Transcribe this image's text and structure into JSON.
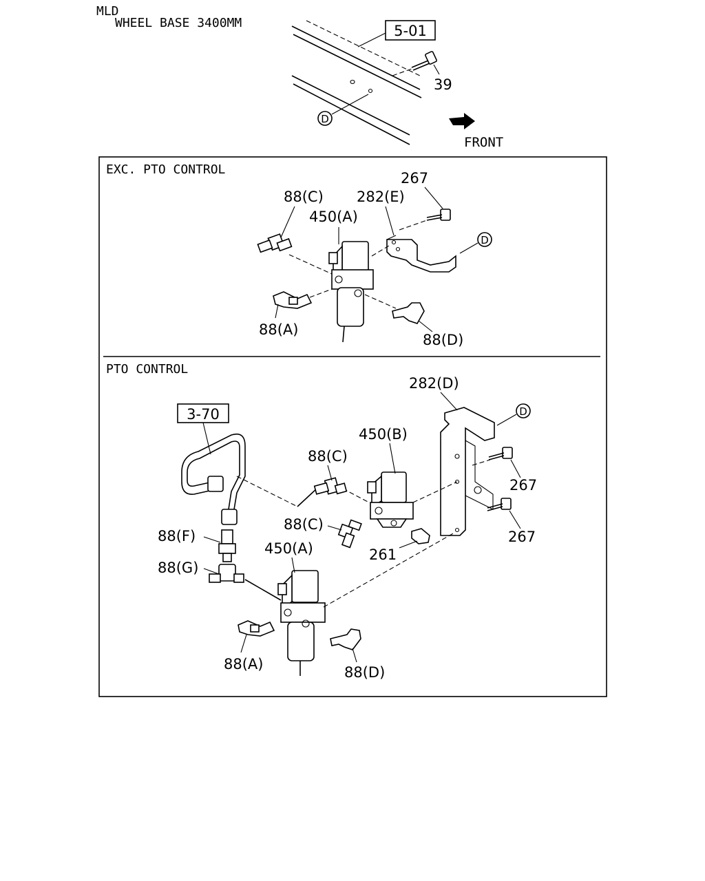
{
  "header": {
    "model": "MLD",
    "wheel_base": "WHEEL BASE 3400MM",
    "ref_box": "5-01",
    "part_39": "39",
    "point_d": "D",
    "front": "FRONT"
  },
  "panel_exc": {
    "title": "EXC. PTO CONTROL",
    "labels": {
      "p267": "267",
      "p282e": "282(E)",
      "p88c": "88(C)",
      "p450a": "450(A)",
      "pointD": "D",
      "p88a": "88(A)",
      "p88d": "88(D)"
    }
  },
  "panel_pto": {
    "title": "PTO CONTROL",
    "labels": {
      "ref370": "3-70",
      "p282d": "282(D)",
      "pointD": "D",
      "p450b": "450(B)",
      "p88c_upper": "88(C)",
      "p267_upper": "267",
      "p88f": "88(F)",
      "p88c_lower": "88(C)",
      "p267_lower": "267",
      "p261": "261",
      "p450a": "450(A)",
      "p88g": "88(G)",
      "p88a": "88(A)",
      "p88d": "88(D)"
    }
  }
}
